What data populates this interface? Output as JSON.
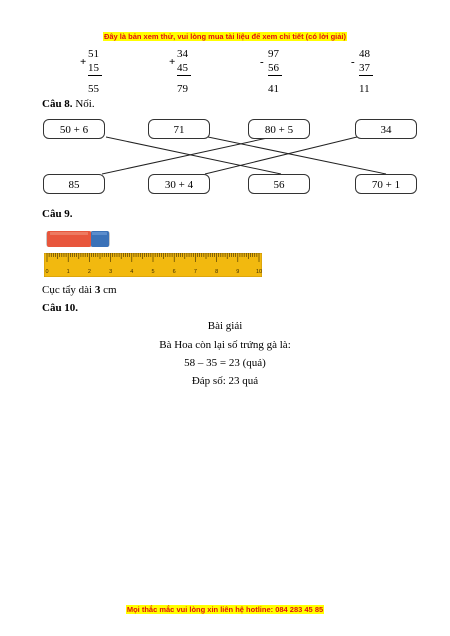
{
  "header": {
    "banner": "Đây là bản xem thử, vui lòng mua tài liệu để xem chi tiết (có lời giải)"
  },
  "calculations": [
    {
      "sign": "+",
      "a": "51",
      "b": "15",
      "result": "55"
    },
    {
      "sign": "+",
      "a": "34",
      "b": "45",
      "result": "79"
    },
    {
      "sign": "-",
      "a": "97",
      "b": "56",
      "result": "41"
    },
    {
      "sign": "-",
      "a": "48",
      "b": "37",
      "result": "11"
    }
  ],
  "q8": {
    "label": "Câu 8.",
    "instruction": "Nối.",
    "top_boxes": [
      "50 + 6",
      "71",
      "80 + 5",
      "34"
    ],
    "bottom_boxes": [
      "85",
      "30 + 4",
      "56",
      "70 + 1"
    ]
  },
  "q9": {
    "label": "Câu 9.",
    "ruler_numbers": [
      "0",
      "1",
      "2",
      "3",
      "4",
      "5",
      "6",
      "7",
      "8",
      "9",
      "10"
    ],
    "answer_prefix": "Cục tẩy dài ",
    "answer_value": "3",
    "answer_suffix": " cm",
    "colors": {
      "eraser_red": "#e8563c",
      "eraser_blue": "#3b72b8",
      "ruler": "#f2b90f"
    }
  },
  "q10": {
    "label": "Câu 10.",
    "solution_title": "Bài giải",
    "line1": "Bà Hoa còn lại số trứng gà là:",
    "line2": "58 – 35 = 23 (quả)",
    "line3": "Đáp số: 23 quả"
  },
  "footer": {
    "banner": "Mọi thắc mắc vui lòng xin liên hệ hotline: 084 283 45 85"
  }
}
